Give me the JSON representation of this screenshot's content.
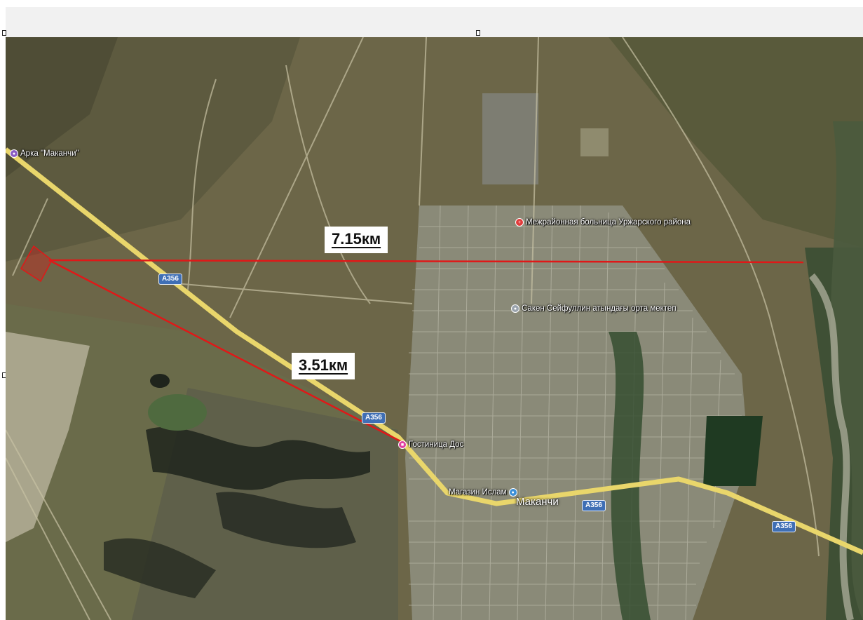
{
  "poi": {
    "arka": "Арка \"Маканчи\"",
    "hospital": "Межрайонная больница Уржарского района",
    "school": "Сакен Сейфуллин атындағы орта мектеп",
    "hotel": "Гостиница Дос",
    "shop": "Магазин Ислам"
  },
  "town": "Маканчи",
  "road": {
    "label": "А356"
  },
  "measurements": {
    "long": "7.15км",
    "short": "3.51км"
  },
  "colors": {
    "measure_line": "#e01818",
    "road": "#e9d66b",
    "hospital_pin": "#e23b3b",
    "hotel_pin": "#e040a0",
    "arka_pin": "#8a5cc4",
    "shop_pin": "#3b8fd8"
  }
}
